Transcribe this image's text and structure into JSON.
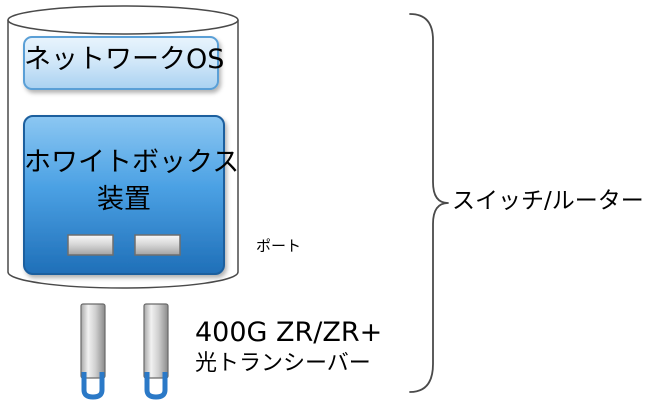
{
  "network_os": {
    "label": "ネットワークOS"
  },
  "whitebox": {
    "line1": "ホワイトボックス",
    "line2": "装置"
  },
  "port": {
    "label": "ポート"
  },
  "transceiver": {
    "line1": "400G ZR/ZR+",
    "line2": "光トランシーバー"
  },
  "system": {
    "label": "スイッチ/ルーター"
  },
  "colors": {
    "cylinder_fill": "#ffffff",
    "cylinder_stroke": "#4a4a4a",
    "box_blue_light": "#cfe6f8",
    "box_blue_mid": "#4ba1e4",
    "box_blue_dark": "#1f6fb8",
    "latch_blue": "#2b79c7"
  }
}
